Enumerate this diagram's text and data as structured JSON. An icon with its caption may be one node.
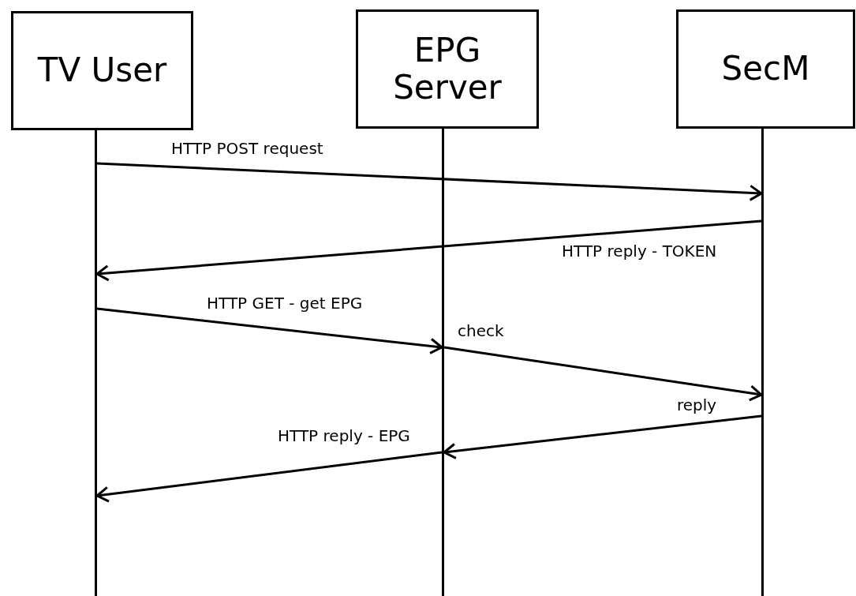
{
  "diagram": {
    "nodes": [
      {
        "text": [
          "TV User"
        ]
      },
      {
        "text": [
          "EPG Server"
        ]
      },
      {
        "text": [
          "SecM"
        ]
      },
      {
        "text": [],
        "shape": "bar"
      },
      {
        "text": [],
        "shape": "bar"
      },
      {
        "text": [],
        "shape": "bar"
      }
    ],
    "edges": [
      {
        "from": 3,
        "to": 5,
        "arrow": "to",
        "label": "HTTP POST request"
      },
      {
        "from": 5,
        "to": 3,
        "arrow": "to",
        "label": "HTTP reply - TOKEN"
      },
      {
        "from": 3,
        "to": 4,
        "arrow": "to",
        "label": "HTTP GET - get EPG"
      },
      {
        "from": 4,
        "to": 5,
        "arrow": "to",
        "label": "check"
      },
      {
        "from": 5,
        "to": 4,
        "arrow": "to",
        "label": "reply"
      },
      {
        "from": 4,
        "to": 3,
        "arrow": "to",
        "label": "HTTP reply - EPG"
      }
    ]
  }
}
